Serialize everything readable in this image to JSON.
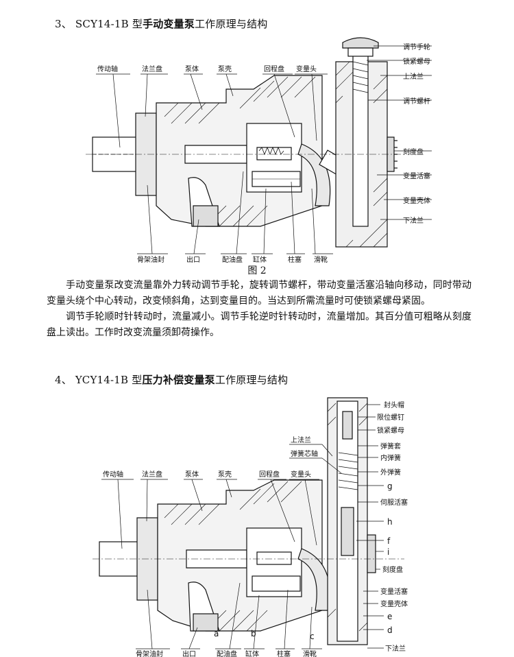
{
  "section3": {
    "heading_num": "3、",
    "heading_model": "SCY14-1B",
    "heading_type": "型",
    "heading_bold": "手动变量泵",
    "heading_rest": "工作原理与结构"
  },
  "figure2": {
    "labels_top": [
      "传动轴",
      "法兰盘",
      "泵体",
      "泵壳",
      "回程盘",
      "变量头"
    ],
    "labels_right": [
      "调节手轮",
      "锁紧螺母",
      "上法兰",
      "调节螺杆",
      "刻度盘",
      "变量活塞",
      "变量壳体",
      "下法兰"
    ],
    "labels_bottom": [
      "骨架油封",
      "出口",
      "配油盘",
      "缸体",
      "柱塞",
      "滑靴"
    ],
    "caption": "图 2"
  },
  "text3": {
    "p1": "手动变量泵改变流量靠外力转动调节手轮，旋转调节螺杆，带动变量活塞沿轴向移动，同时带动变量头绕个中心转动，改变倾斜角，达到变量目的。当达到所需流量时可使锁紧螺母紧固。",
    "p2": "调节手轮顺时针转动时，流量减小。调节手轮逆时针转动时，流量增加。其百分值可粗略从刻度盘上读出。工作时改变流量须卸荷操作。"
  },
  "section4": {
    "heading_num": "4、",
    "heading_model": "YCY14-1B",
    "heading_type": "型",
    "heading_bold": "压力补偿变量泵",
    "heading_rest": "工作原理与结构"
  },
  "figure3": {
    "labels_top": [
      "传动轴",
      "法兰盘",
      "泵体",
      "泵壳",
      "回程盘",
      "变量头"
    ],
    "labels_upper": [
      "上法兰",
      "弹簧芯轴"
    ],
    "labels_right": [
      "封头帽",
      "限位螺钉",
      "锁紧螺母",
      "弹簧套",
      "内弹簧",
      "外弹簧",
      "g",
      "伺服活塞",
      "h",
      "f",
      "i",
      "刻度盘",
      "变量活塞",
      "变量壳体",
      "e",
      "d",
      "下法兰"
    ],
    "labels_bottom": [
      "骨架油封",
      "出口",
      "配油盘",
      "缸体",
      "柱塞",
      "滑靴"
    ],
    "letters_bottom": [
      "a",
      "b",
      "c"
    ]
  }
}
